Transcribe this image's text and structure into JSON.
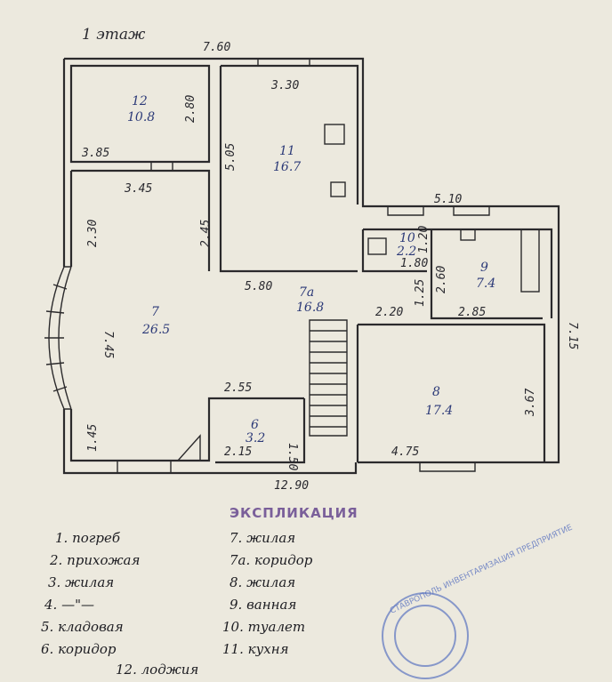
{
  "floor_title": "1 этаж",
  "dimensions": {
    "top_total": "7.60",
    "r12_right": "2.80",
    "r12_bottom": "3.85",
    "r11_top": "3.30",
    "r11_left": "5.05",
    "r7_top": "3.45",
    "r7_left_upper": "2.30",
    "r7_right": "2.45",
    "r7_height": "7.45",
    "r7_left_lower": "1.45",
    "r7a_bottom": "5.80",
    "right_top": "5.10",
    "r10_right": "1.20",
    "r10_bottom": "1.80",
    "r9_left": "2.60",
    "corr_right": "1.25",
    "corr_width": "2.20",
    "r9_bottom": "2.85",
    "right_total": "7.15",
    "r8_right": "3.67",
    "r8_bottom": "4.75",
    "r6_top": "2.55",
    "r6_right": "1.50",
    "r6_bottom": "2.15",
    "bottom_total": "12.90"
  },
  "rooms": [
    {
      "num": "12",
      "area": "10.8"
    },
    {
      "num": "11",
      "area": "16.7"
    },
    {
      "num": "7",
      "area": "26.5"
    },
    {
      "num": "7а",
      "area": "16.8"
    },
    {
      "num": "10",
      "area": "2.2"
    },
    {
      "num": "9",
      "area": "7.4"
    },
    {
      "num": "8",
      "area": "17.4"
    },
    {
      "num": "6",
      "area": "3.2"
    }
  ],
  "explication": {
    "title": "ЭКСПЛИКАЦИЯ",
    "items": [
      "1. погреб",
      "2. прихожая",
      "3. жилая",
      "4. —\"—",
      "5. кладовая",
      "6. коридор",
      "7. жилая",
      "7а. коридор",
      "8. жилая",
      "9. ванная",
      "10. туалет",
      "11. кухня",
      "12. лоджия"
    ]
  },
  "stamp_text": "СТАВРОПОЛЬ ИНВЕНТАРИЗАЦИЯ ПРЕДПРИЯТИЕ"
}
